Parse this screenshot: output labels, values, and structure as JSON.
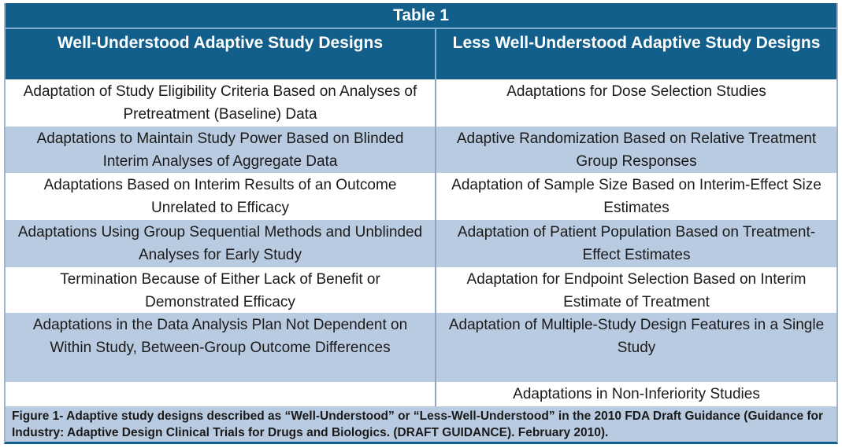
{
  "title": "Table 1",
  "columns": {
    "left": "Well-Understood Adaptive Study Designs",
    "right": "Less Well-Understood Adaptive Study Designs"
  },
  "rows": [
    {
      "left": "Adaptation of Study Eligibility Criteria Based on Analyses of Pretreatment (Baseline) Data",
      "right": "Adaptations for Dose Selection Studies"
    },
    {
      "left": "Adaptations to Maintain Study Power Based on Blinded Interim Analyses of Aggregate Data",
      "right": "Adaptive Randomization Based on Relative Treatment Group Responses"
    },
    {
      "left": "Adaptations Based on Interim Results of an Outcome Unrelated to Efficacy",
      "right": "Adaptation of Sample Size Based on Interim-Effect Size Estimates"
    },
    {
      "left": "Adaptations Using Group Sequential Methods and Unblinded Analyses for Early Study",
      "right": "Adaptation of Patient Population Based on Treatment-Effect Estimates"
    },
    {
      "left": "Termination Because of Either Lack of Benefit or Demonstrated Efficacy",
      "right": "Adaptation for Endpoint Selection Based on Interim Estimate of Treatment"
    },
    {
      "left": "Adaptations in the Data Analysis Plan Not Dependent on Within Study, Between-Group Outcome Differences",
      "right": "Adaptation of Multiple-Study Design Features in a Single Study"
    },
    {
      "left": "",
      "right": "Adaptations in Non-Inferiority Studies"
    }
  ],
  "caption": "Figure 1- Adaptive study designs described as “Well-Understood” or “Less-Well-Understood” in the 2010 FDA Draft Guidance (Guidance for Industry: Adaptive Design Clinical Trials for Drugs and Biologics. (DRAFT GUIDANCE). February 2010).",
  "colors": {
    "header_bg": "#135F8B",
    "alt_row_bg": "#B9CBE0",
    "row_bg": "#FFFFFF",
    "divider": "#8FA6C2",
    "header_divider": "#7FADD2",
    "outer_border": "#9FB4CC",
    "text": "#1A1A1A",
    "header_text": "#FFFFFF"
  }
}
